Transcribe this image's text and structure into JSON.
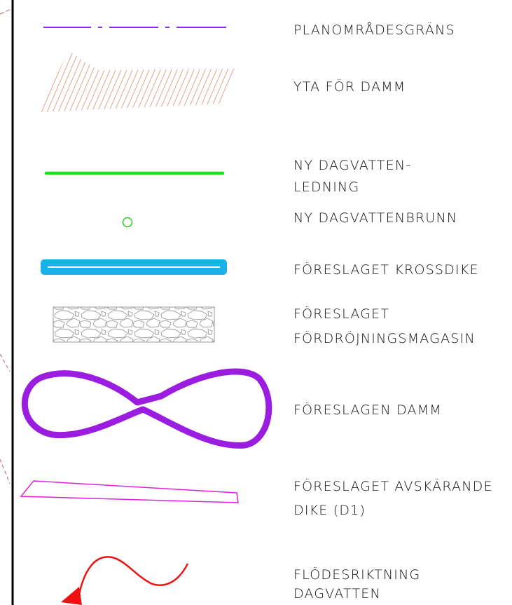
{
  "legend": {
    "items": [
      {
        "key": "planomradesgrans",
        "lines": [
          "PLANOMRÅDESGRÄNS"
        ],
        "symbol": "dash-dot-line-icon",
        "color": "#a020f0"
      },
      {
        "key": "yta-for-damm",
        "lines": [
          "YTA FÖR DAMM"
        ],
        "symbol": "hatched-area-icon",
        "color": "#e8a090"
      },
      {
        "key": "ny-dagvattenledning",
        "lines": [
          "NY DAGVATTEN-",
          "LEDNING"
        ],
        "symbol": "solid-line-icon",
        "color": "#22dd22"
      },
      {
        "key": "ny-dagvattenbrunn",
        "lines": [
          "NY DAGVATTENBRUNN"
        ],
        "symbol": "small-circle-icon",
        "color": "#22cc22"
      },
      {
        "key": "foreslaget-krossdike",
        "lines": [
          "FÖRESLAGET KROSSDIKE"
        ],
        "symbol": "blue-bar-icon",
        "color": "#1ab0e8"
      },
      {
        "key": "foreslaget-fordrojningsmagasin",
        "lines": [
          "FÖRESLAGET",
          "FÖRDRÖJNINGSMAGASIN"
        ],
        "symbol": "stone-pattern-icon",
        "color": "#999999"
      },
      {
        "key": "foreslagen-damm",
        "lines": [
          "FÖRESLAGEN DAMM"
        ],
        "symbol": "figure-eight-icon",
        "color": "#9b1ee0"
      },
      {
        "key": "foreslaget-avskarande-dike",
        "lines": [
          "FÖRESLAGET AVSKÄRANDE",
          "DIKE (D1)"
        ],
        "symbol": "thin-wedge-icon",
        "color": "#e020e0"
      },
      {
        "key": "flodesriktning-dagvatten",
        "lines": [
          "FLÖDESRIKTNING",
          "DAGVATTEN"
        ],
        "symbol": "flow-arrow-icon",
        "color": "#ee1111"
      }
    ]
  }
}
